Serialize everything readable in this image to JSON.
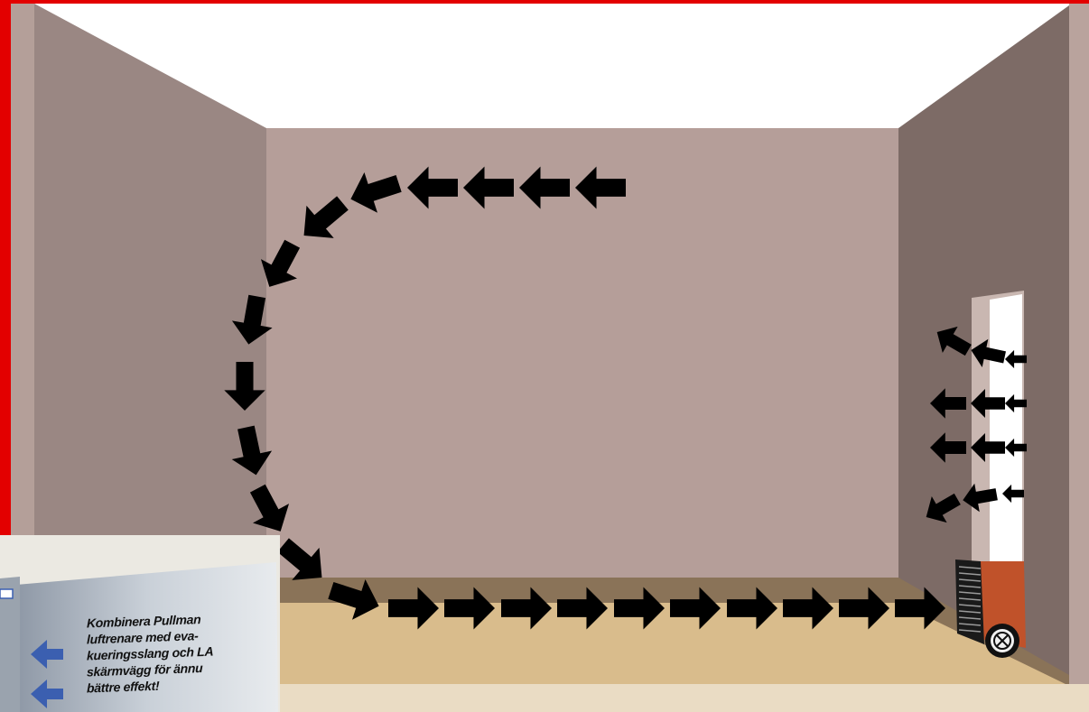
{
  "colors": {
    "frame": "#e30000",
    "ceiling": "#ffffff",
    "back_wall": "#b59e99",
    "left_wall": "#9a8783",
    "left_wall_edge": "#b49f99",
    "right_wall": "#7d6b66",
    "right_wall_edge": "#b9a39d",
    "floor": "#d9bc8c",
    "floor_front": "#eadcc4",
    "baseboard": "#8a7358",
    "doorway": "#ffffff",
    "arrow": "#000000",
    "fan_body": "#c0522a",
    "callout_panel": "#ebe9e2",
    "callout_box": "#aeb6bf",
    "callout_arrow": "#3b5fb0"
  },
  "icons": {
    "airflow_arrow": "arrow-icon",
    "fan": "fan-icon",
    "callout_arrow": "left-arrow-icon"
  },
  "callout": {
    "lines": [
      "Kombinera Pullman",
      "luftrenare med eva-",
      "kueringsslang och LA",
      "skärmvägg för ännu",
      "bättre effekt!"
    ]
  }
}
